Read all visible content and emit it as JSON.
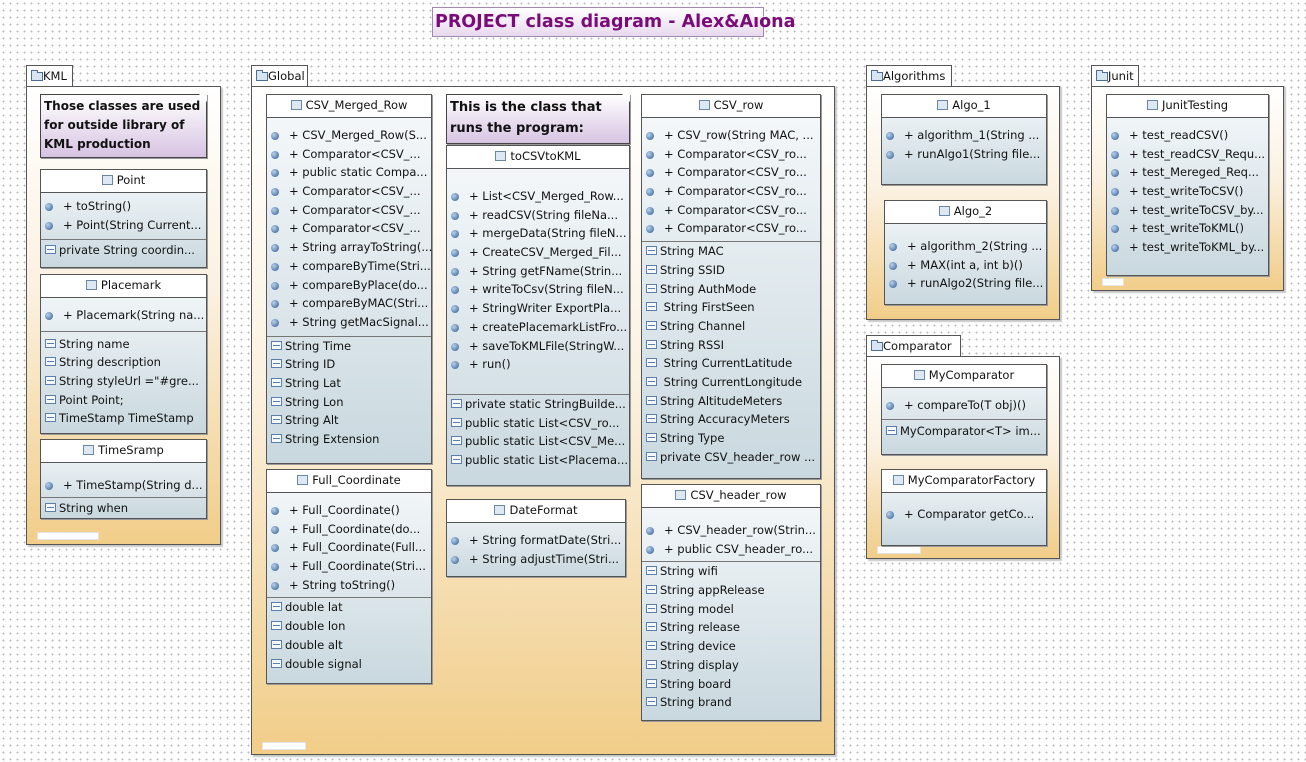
{
  "title": "PROJECT class diagram - Alex&Alona",
  "packages": {
    "kml": {
      "name": "KML",
      "note": [
        "Those classes are used",
        "for outside library of",
        "KML production"
      ],
      "point": {
        "name": "Point",
        "methods": [
          "+ toString()",
          "+ Point(String Current..."
        ],
        "fields": [
          "private String coordin..."
        ]
      },
      "placemark": {
        "name": "Placemark",
        "methods": [
          "+ Placemark(String na..."
        ],
        "fields": [
          "String name",
          "String description",
          "String styleUrl =\"#gre...",
          "Point Point;",
          "TimeStamp TimeStamp"
        ]
      },
      "timesramp": {
        "name": "TimeSramp",
        "methods": [
          "+ TimeStamp(String d..."
        ],
        "fields": [
          "String when"
        ]
      }
    },
    "global": {
      "name": "Global",
      "note": [
        "This is the class that",
        "runs the program:"
      ],
      "csv_merged_row": {
        "name": "CSV_Merged_Row",
        "methods": [
          "+ CSV_Merged_Row(S...",
          "+ Comparator<CSV_...",
          "+ public static Compa...",
          "+ Comparator<CSV_...",
          "+ Comparator<CSV_...",
          "+ Comparator<CSV_...",
          "+ String arrayToString(...",
          "+ compareByTime(Stri...",
          "+ compareByPlace(do...",
          "+ compareByMAC(Stri...",
          "+ String getMacSignal..."
        ],
        "fields": [
          "String Time",
          "String ID",
          "String Lat",
          "String Lon",
          "String Alt",
          "String Extension"
        ]
      },
      "full_coordinate": {
        "name": "Full_Coordinate",
        "methods": [
          "+ Full_Coordinate()",
          "+ Full_Coordinate(do...",
          "+ Full_Coordinate(Full...",
          "+ Full_Coordinate(Stri...",
          "+ String toString()"
        ],
        "fields": [
          "double lat",
          "double lon",
          "double alt",
          "double signal"
        ]
      },
      "tocsvtokml": {
        "name": "toCSVtoKML",
        "methods": [
          "+ List<CSV_Merged_Row...",
          "+ readCSV(String fileNa...",
          "+ mergeData(String fileN...",
          "+ CreateCSV_Merged_Fil...",
          "+ String getFName(Strin...",
          "+ writeToCsv(String fileN...",
          "+ StringWriter ExportPla...",
          "+ createPlacemarkListFro...",
          "+ saveToKMLFile(StringW...",
          "+ run()"
        ],
        "fields": [
          "private static StringBuilde...",
          "public static List<CSV_ro...",
          "public static List<CSV_Me...",
          "public static List<Placema..."
        ]
      },
      "dateformat": {
        "name": "DateFormat",
        "methods": [
          "+ String formatDate(Stri...",
          "+ String adjustTime(Stri..."
        ]
      },
      "csv_row": {
        "name": "CSV_row",
        "methods": [
          "+ CSV_row(String MAC, ...",
          "+ Comparator<CSV_ro...",
          "+ Comparator<CSV_ro...",
          "+ Comparator<CSV_ro...",
          "+ Comparator<CSV_ro...",
          "+ Comparator<CSV_ro..."
        ],
        "fields": [
          "String MAC",
          "String SSID",
          "String AuthMode",
          " String FirstSeen",
          "String Channel",
          "String RSSI",
          " String CurrentLatitude",
          " String CurrentLongitude",
          "String AltitudeMeters",
          "String AccuracyMeters",
          "String Type",
          "private CSV_header_row ..."
        ]
      },
      "csv_header_row": {
        "name": "CSV_header_row",
        "methods": [
          "+ CSV_header_row(Strin...",
          "+ public CSV_header_ro..."
        ],
        "fields": [
          "String wifi",
          "String appRelease",
          "String model",
          "String release",
          "String device",
          "String display",
          "String board",
          "String brand"
        ]
      }
    },
    "algorithms": {
      "name": "Algorithms",
      "algo1": {
        "name": "Algo_1",
        "methods": [
          "+ algorithm_1(String ...",
          "+ runAlgo1(String file..."
        ]
      },
      "algo2": {
        "name": "Algo_2",
        "methods": [
          "+ algorithm_2(String ...",
          "+ MAX(int a, int b)()",
          "+ runAlgo2(String file..."
        ]
      }
    },
    "comparator": {
      "name": "Comparator",
      "mycomparator": {
        "name": "MyComparator",
        "methods": [
          "+ compareTo(T obj)()"
        ],
        "fields": [
          "MyComparator<T> im..."
        ]
      },
      "factory": {
        "name": "MyComparatorFactory",
        "methods": [
          "+ Comparator getCo..."
        ]
      }
    },
    "junit": {
      "name": "Junit",
      "junittesting": {
        "name": "JunitTesting",
        "methods": [
          "+ test_readCSV()",
          "+ test_readCSV_Requ...",
          "+ test_Mereged_Req...",
          "+ test_writeToCSV()",
          "+ test_writeToCSV_by...",
          "+ test_writeToKML()",
          "+ test_writeToKML_by..."
        ]
      }
    }
  }
}
